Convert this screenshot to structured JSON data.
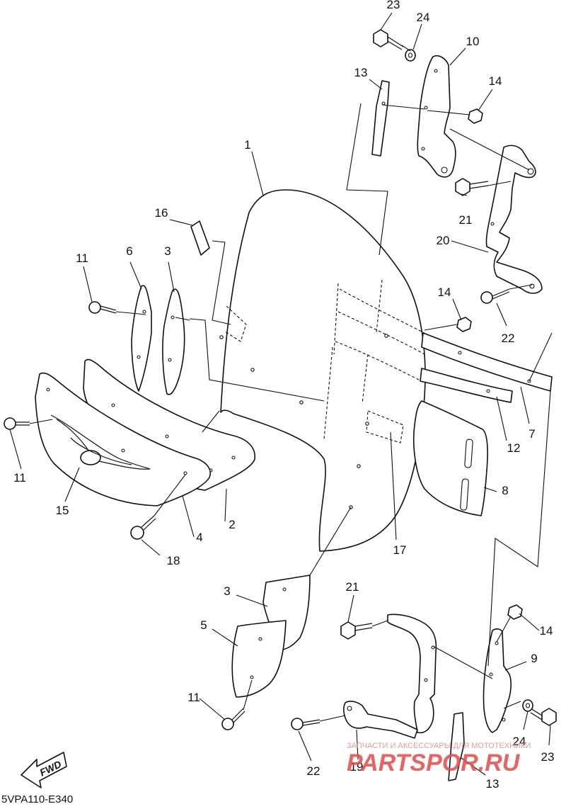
{
  "diagram": {
    "code": "5VPA110-E340",
    "fwd_label": "FWD",
    "callouts": [
      {
        "id": "c1",
        "text": "1"
      },
      {
        "id": "c2",
        "text": "2"
      },
      {
        "id": "c3a",
        "text": "3"
      },
      {
        "id": "c3b",
        "text": "3"
      },
      {
        "id": "c4",
        "text": "4"
      },
      {
        "id": "c5",
        "text": "5"
      },
      {
        "id": "c6",
        "text": "6"
      },
      {
        "id": "c7",
        "text": "7"
      },
      {
        "id": "c8",
        "text": "8"
      },
      {
        "id": "c9",
        "text": "9"
      },
      {
        "id": "c10",
        "text": "10"
      },
      {
        "id": "c11a",
        "text": "11"
      },
      {
        "id": "c11b",
        "text": "11"
      },
      {
        "id": "c11c",
        "text": "11"
      },
      {
        "id": "c12",
        "text": "12"
      },
      {
        "id": "c13a",
        "text": "13"
      },
      {
        "id": "c13b",
        "text": "13"
      },
      {
        "id": "c14a",
        "text": "14"
      },
      {
        "id": "c14b",
        "text": "14"
      },
      {
        "id": "c14c",
        "text": "14"
      },
      {
        "id": "c15",
        "text": "15"
      },
      {
        "id": "c16",
        "text": "16"
      },
      {
        "id": "c17",
        "text": "17"
      },
      {
        "id": "c18",
        "text": "18"
      },
      {
        "id": "c19",
        "text": "19"
      },
      {
        "id": "c20",
        "text": "20"
      },
      {
        "id": "c21a",
        "text": "21"
      },
      {
        "id": "c21b",
        "text": "21"
      },
      {
        "id": "c22a",
        "text": "22"
      },
      {
        "id": "c22b",
        "text": "22"
      },
      {
        "id": "c23a",
        "text": "23"
      },
      {
        "id": "c23b",
        "text": "23"
      },
      {
        "id": "c24a",
        "text": "24"
      },
      {
        "id": "c24b",
        "text": "24"
      }
    ]
  },
  "watermark": {
    "tagline": "ЗАПЧАСТИ И АКСЕССУАРЫ ДЛЯ МОТОТЕХНИКИ",
    "logo": "PARTSPOR.RU"
  },
  "colors": {
    "line": "#111111",
    "watermark_red": "#e24a4a",
    "watermark_light": "#e08a8a"
  }
}
